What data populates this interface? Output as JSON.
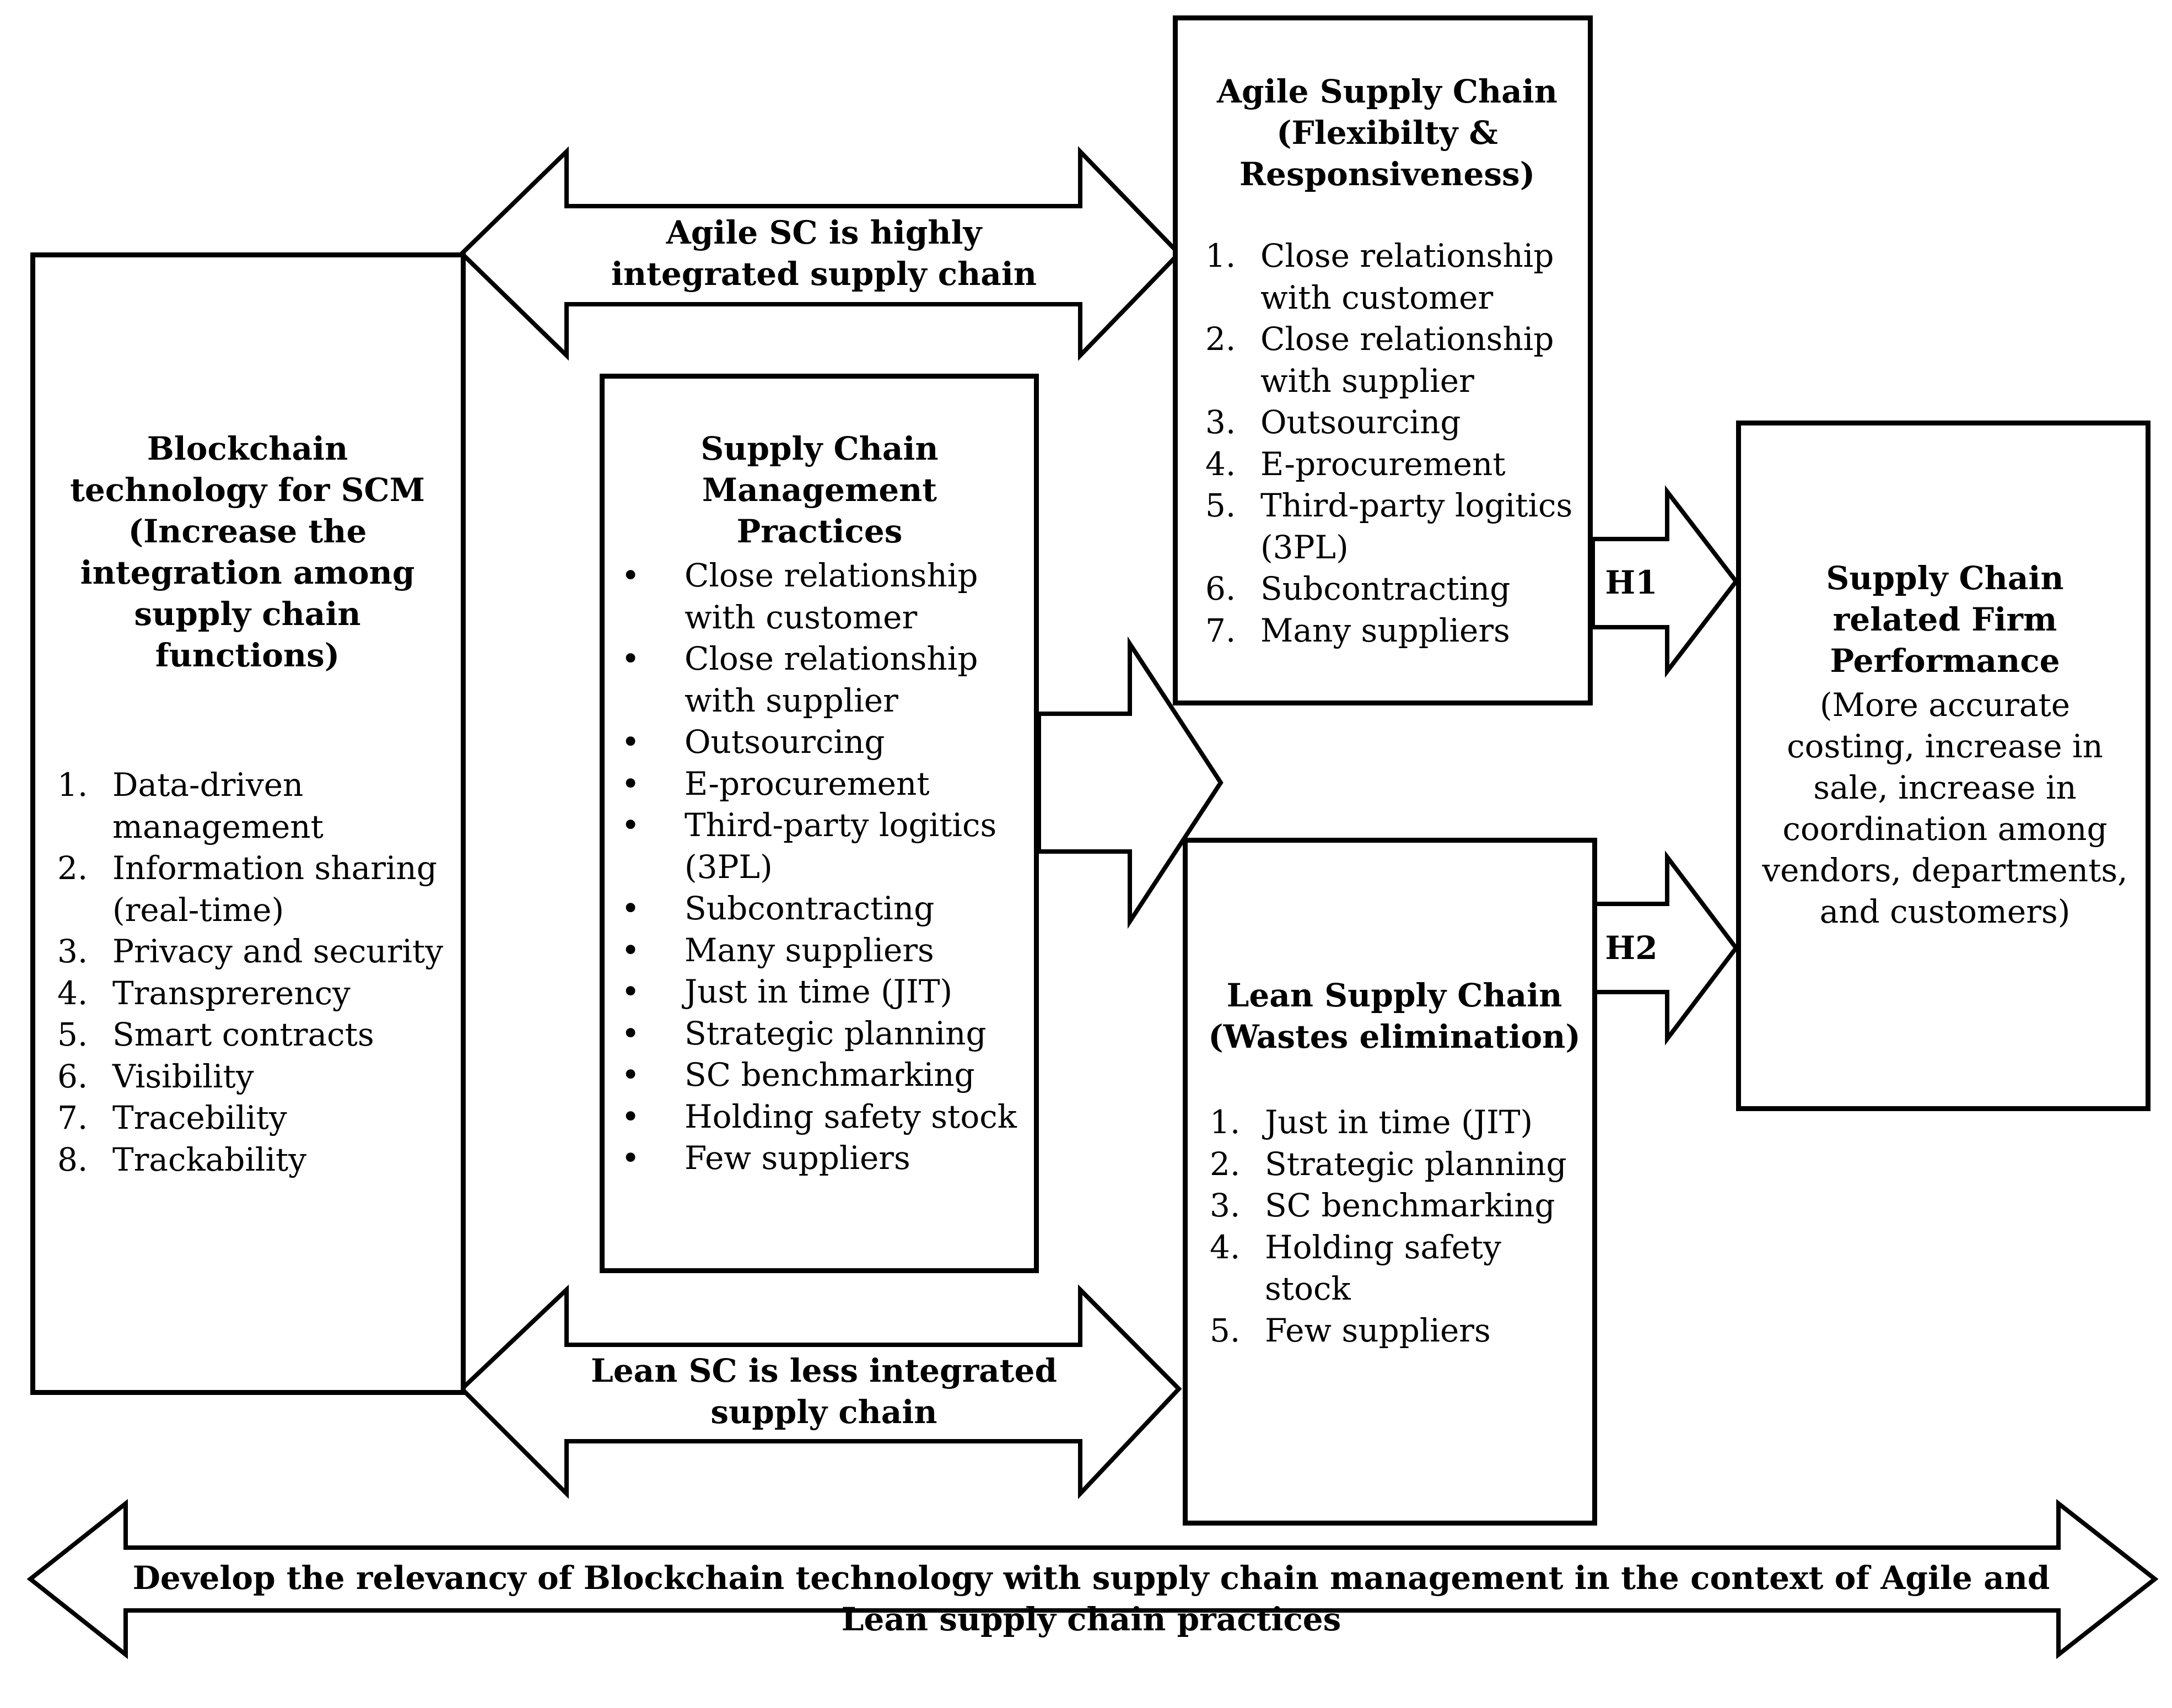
{
  "blockchain": {
    "title": "Blockchain technology for SCM (Increase the integration among supply chain functions)",
    "items": [
      "Data-driven management",
      "Information sharing (real-time)",
      "Privacy and security",
      "Transprerency",
      "Smart contracts",
      "Visibility",
      "Tracebility",
      "Trackability"
    ]
  },
  "scm_practices": {
    "title": "Supply Chain Management Practices",
    "items": [
      "Close relationship with customer",
      "Close relationship with supplier",
      "Outsourcing",
      "E-procurement",
      "Third-party logitics (3PL)",
      "Subcontracting",
      "Many suppliers",
      "Just in time (JIT)",
      "Strategic planning",
      "SC benchmarking",
      "Holding safety stock",
      "Few suppliers"
    ]
  },
  "agile": {
    "title": "Agile Supply Chain (Flexibilty & Responsiveness)",
    "items": [
      "Close relationship with customer",
      "Close relationship with supplier",
      "Outsourcing",
      "E-procurement",
      "Third-party logitics (3PL)",
      "Subcontracting",
      "Many suppliers"
    ]
  },
  "lean": {
    "title": "Lean Supply Chain (Wastes elimination)",
    "items": [
      "Just in time (JIT)",
      "Strategic planning",
      "SC benchmarking",
      "Holding safety stock",
      "Few suppliers"
    ]
  },
  "performance": {
    "title": "Supply Chain related Firm Performance",
    "description": "(More accurate costing, increase in sale, increase in coordination among vendors, departments, and customers)"
  },
  "arrows": {
    "agile_link": "Agile SC is highly integrated supply chain",
    "lean_link": "Lean SC is less integrated supply chain",
    "h1": "H1",
    "h2": "H2",
    "bottom": "Develop the relevancy of Blockchain technology with supply chain management in the context of Agile and Lean supply chain practices"
  }
}
